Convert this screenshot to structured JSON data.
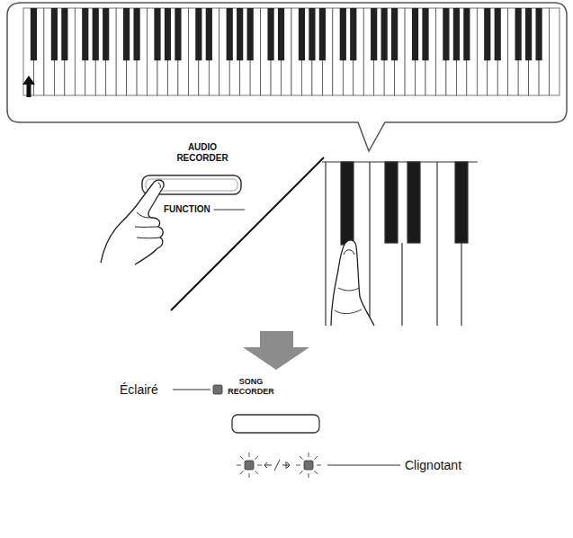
{
  "diagram": {
    "labels": [
      "AUDIO RECORDER",
      "FUNCTION",
      "SONG RECORDER",
      "Éclairé",
      "Clignotant"
    ]
  }
}
